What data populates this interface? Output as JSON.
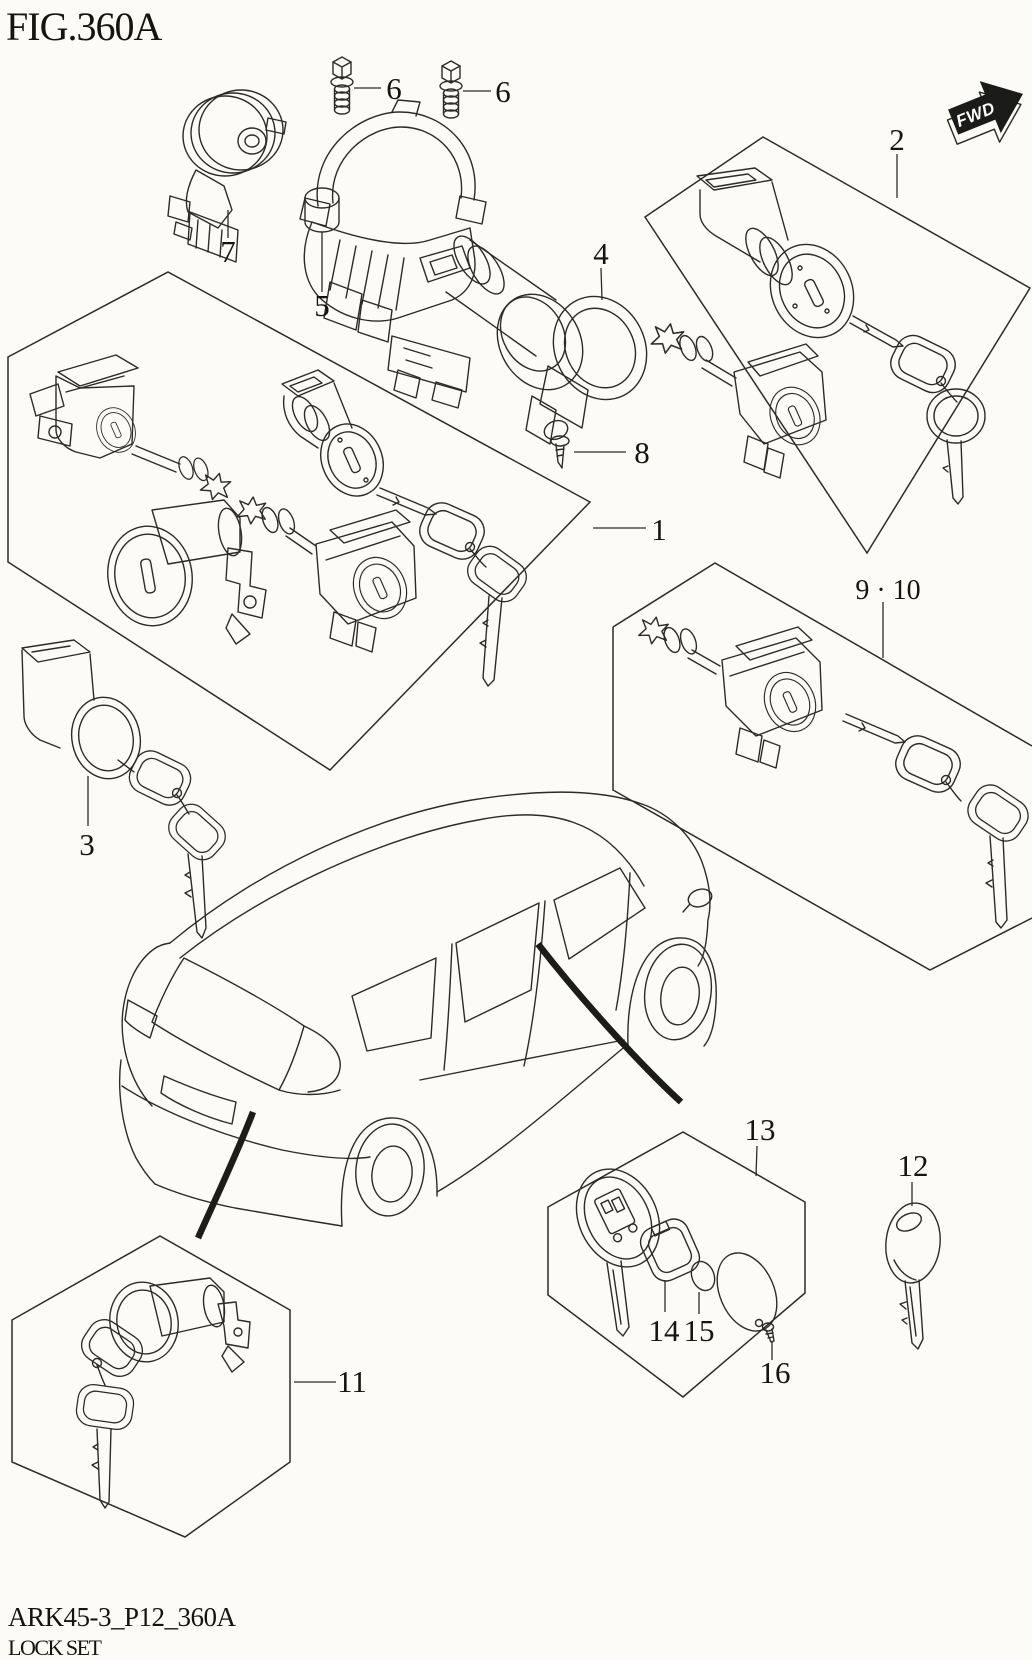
{
  "title": "FIG.360A",
  "direction_indicator": "FWD",
  "footer": {
    "code": "ARK45-3_P12_360A",
    "name": "LOCK SET"
  },
  "callouts": {
    "c1": "1",
    "c2": "2",
    "c3": "3",
    "c4": "4",
    "c5": "5",
    "c6a": "6",
    "c6b": "6",
    "c7": "7",
    "c8": "8",
    "c9_10": "9 · 10",
    "c11": "11",
    "c12": "12",
    "c13": "13",
    "c14": "14",
    "c15": "15",
    "c16": "16"
  }
}
